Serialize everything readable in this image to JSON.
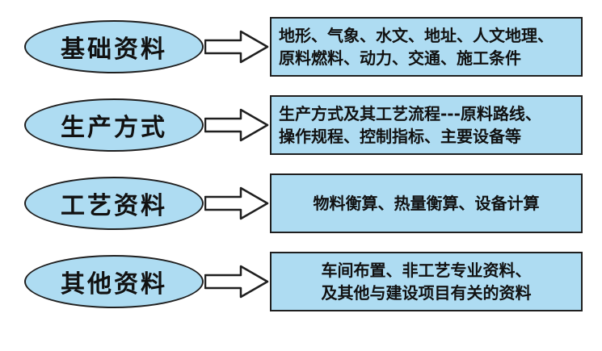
{
  "diagram": {
    "colors": {
      "node_fill": "#aedcf2",
      "outline": "#1f1f1f",
      "arrow_fill": "#ffffff"
    },
    "rows": [
      {
        "label": "基础资料",
        "lines": [
          "地形、气象、水文、地址、人文地理、",
          "原料燃料、动力、交通、施工条件"
        ]
      },
      {
        "label": "生产方式",
        "lines": [
          "生产方式及其工艺流程---原料路线、",
          "操作规程、控制指标、主要设备等"
        ]
      },
      {
        "label": "工艺资料",
        "lines": [
          "物料衡算、热量衡算、设备计算"
        ]
      },
      {
        "label": "其他资料",
        "lines": [
          "车间布置、非工艺专业资料、",
          "及其他与建设项目有关的资料"
        ]
      }
    ]
  }
}
